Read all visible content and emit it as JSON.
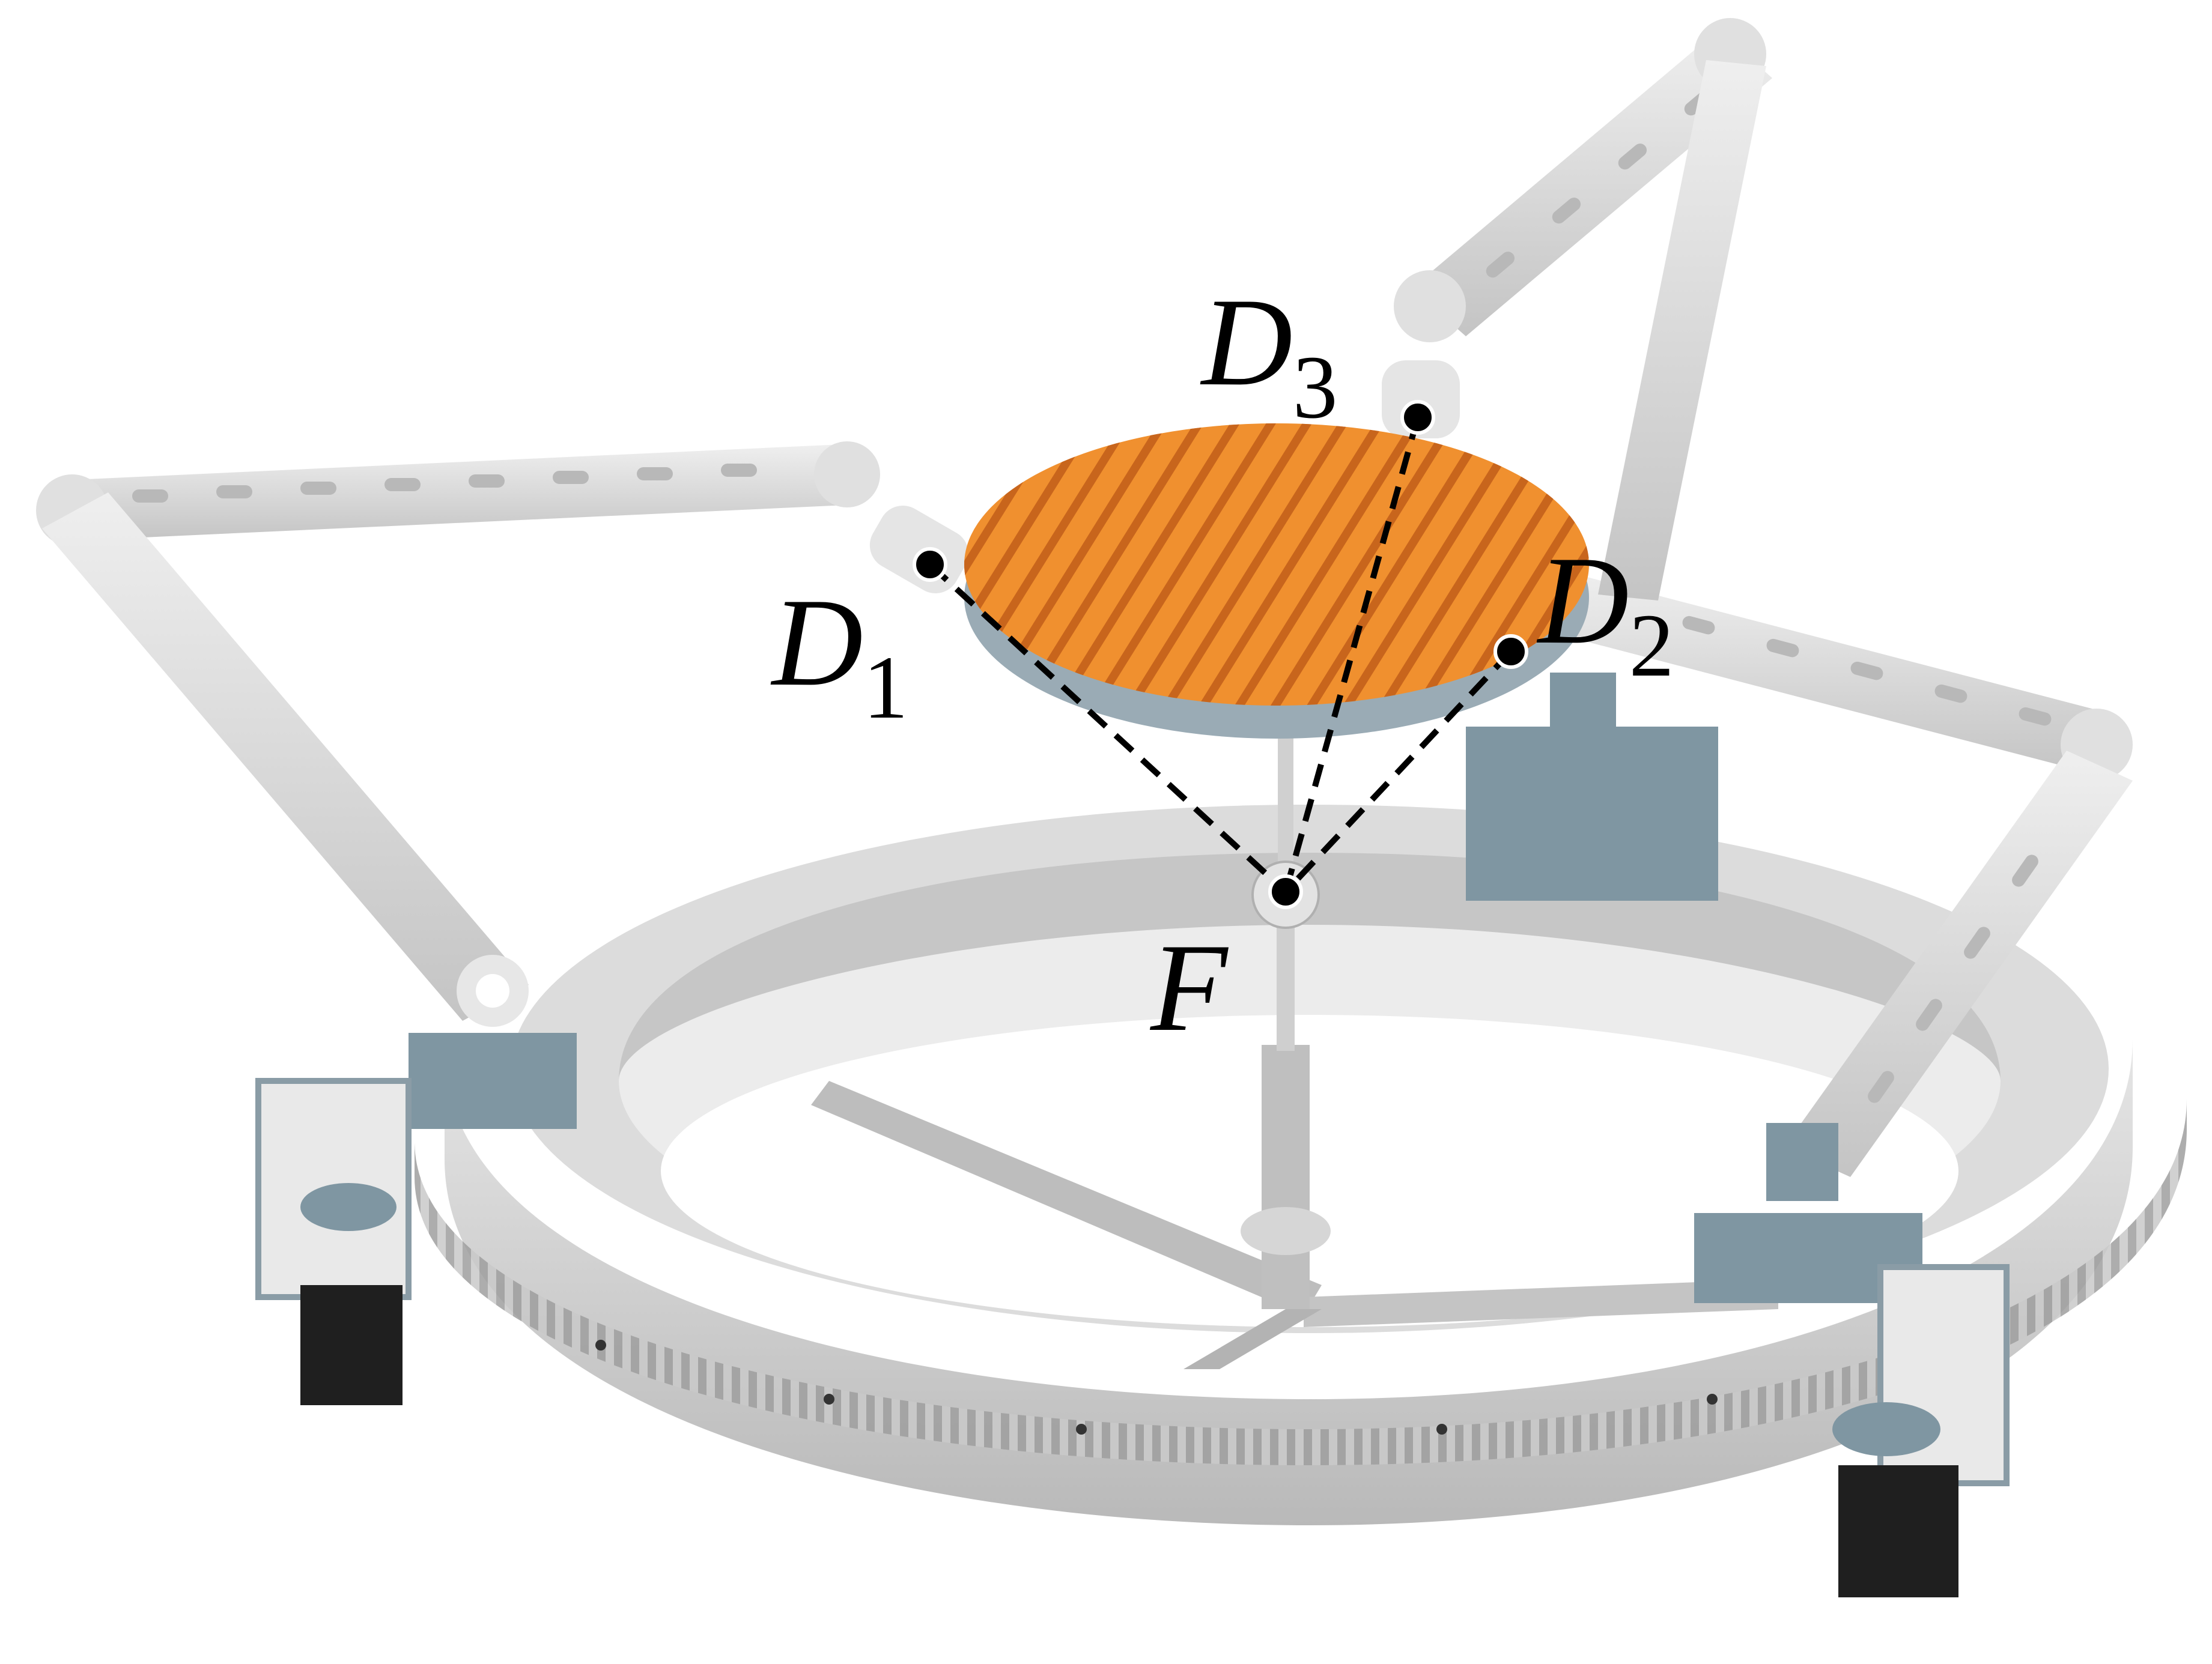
{
  "labels": {
    "d1": {
      "main": "D",
      "sub": "1"
    },
    "d2": {
      "main": "D",
      "sub": "2"
    },
    "d3": {
      "main": "D",
      "sub": "3"
    },
    "f": {
      "main": "F"
    }
  },
  "colors": {
    "plate_orange": "#f0902f",
    "plate_orange_dark": "#c8651c",
    "plate_base": "#9aabb5",
    "arm_gray": "#d9d9d9",
    "joint_blue_gray": "#7f96a2",
    "ring_gray": "#d2d2d2",
    "motor_black": "#1f1f1f"
  }
}
